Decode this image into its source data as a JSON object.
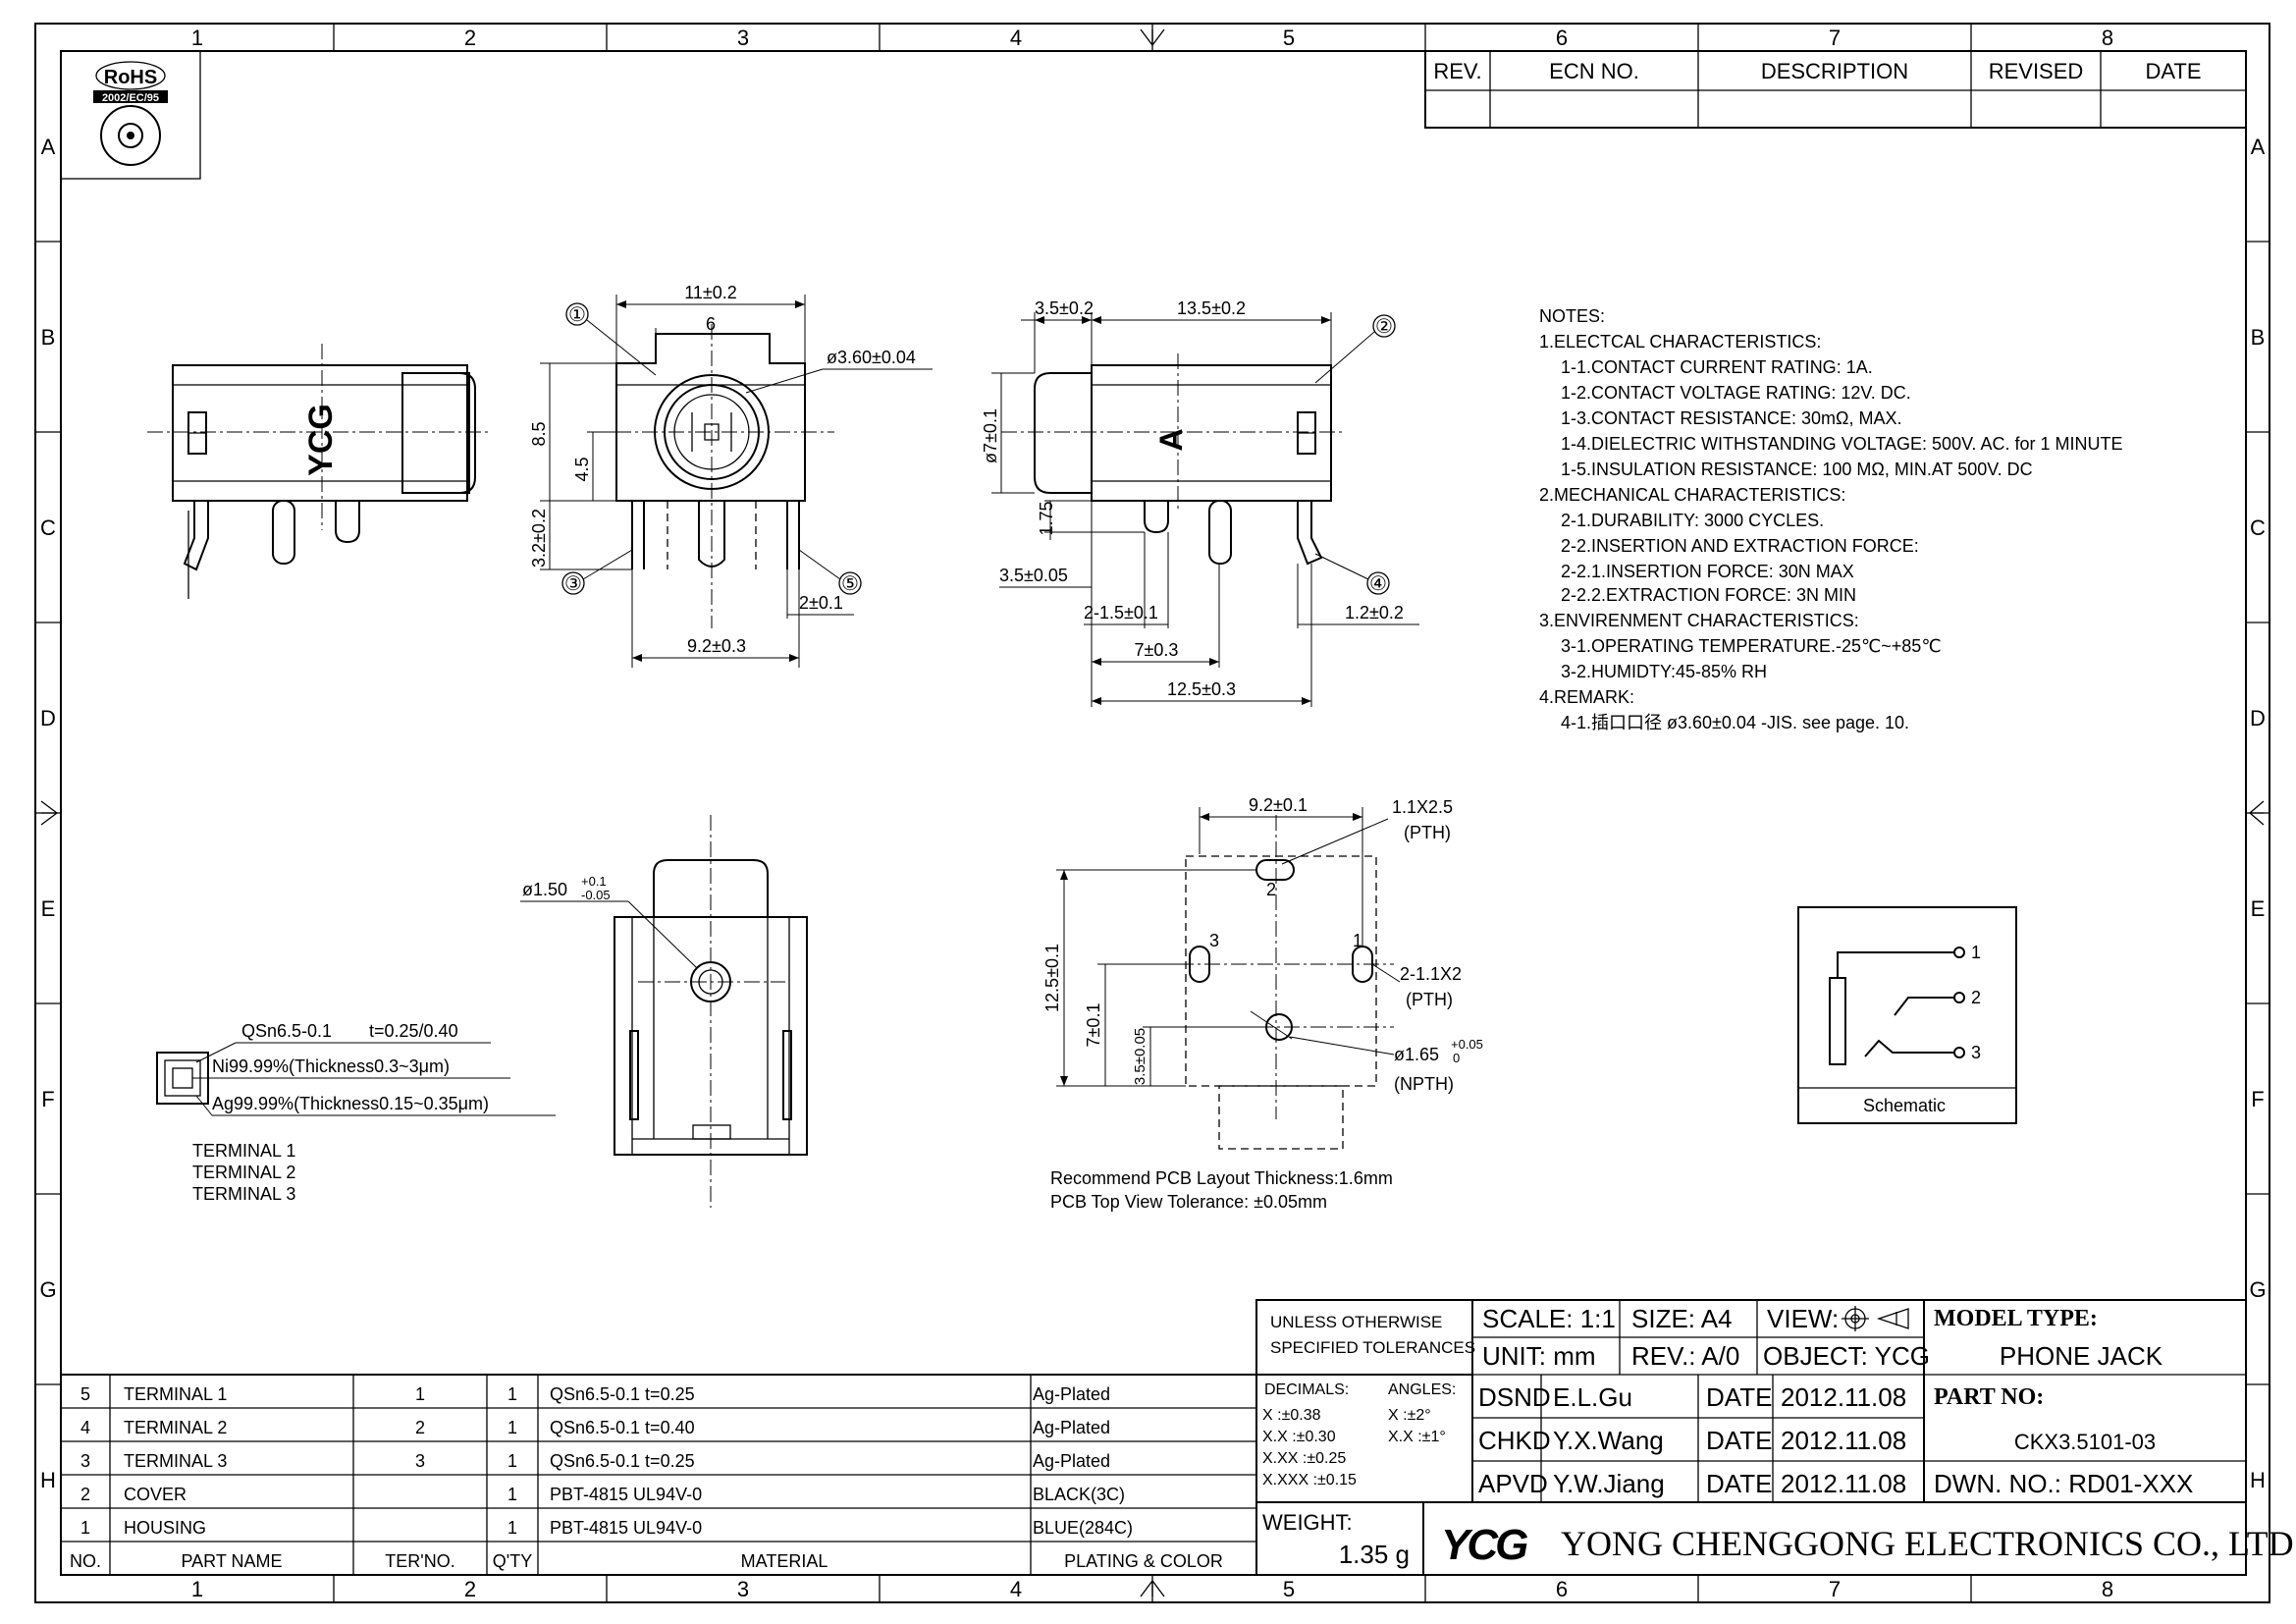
{
  "border": {
    "columns": [
      "1",
      "2",
      "3",
      "4",
      "5",
      "6",
      "7",
      "8"
    ],
    "rows": [
      "A",
      "B",
      "C",
      "D",
      "E",
      "F",
      "G",
      "H"
    ]
  },
  "rohs": {
    "label": "RoHS",
    "directive": "2002/EC/95"
  },
  "revision_table": {
    "headers": [
      "REV.",
      "ECN NO.",
      "DESCRIPTION",
      "REVISED",
      "DATE"
    ]
  },
  "notes": [
    "NOTES:",
    "1.ELECTCAL CHARACTERISTICS:",
    "1-1.CONTACT CURRENT RATING: 1A.",
    "1-2.CONTACT VOLTAGE RATING: 12V. DC.",
    "1-3.CONTACT RESISTANCE: 30mΩ, MAX.",
    "1-4.DIELECTRIC WITHSTANDING VOLTAGE: 500V. AC. for 1 MINUTE",
    "1-5.INSULATION RESISTANCE: 100 MΩ, MIN.AT 500V. DC",
    "2.MECHANICAL CHARACTERISTICS:",
    "2-1.DURABILITY: 3000 CYCLES.",
    "2-2.INSERTION AND EXTRACTION FORCE:",
    "2-2.1.INSERTION FORCE: 30N MAX",
    "2-2.2.EXTRACTION FORCE: 3N MIN",
    "3.ENVIRENMENT CHARACTERISTICS:",
    "3-1.OPERATING TEMPERATURE.-25℃~+85℃",
    "3-2.HUMIDTY:45-85% RH",
    "4.REMARK:",
    "4-1.插口口径 ø3.60±0.04 -JIS. see page. 10."
  ],
  "views": {
    "side_left": {
      "brand": "YCG"
    },
    "front": {
      "width": "11±0.2",
      "inner_width": "6",
      "hole": "ø3.60±0.04",
      "height": "8.5",
      "center_height": "4.5",
      "pin_height": "3.2±0.2",
      "pin_width": "2±0.1",
      "pin_span": "9.2±0.3",
      "callouts": [
        "①",
        "③",
        "⑤"
      ]
    },
    "side_right": {
      "nose": "3.5±0.2",
      "body": "13.5±0.2",
      "diameter": "ø7±0.1",
      "label": "A",
      "pin_h": "1.75",
      "pin_a": "3.5±0.05",
      "pin_b": "2-1.5±0.1",
      "pin_c": "7±0.3",
      "pin_d": "12.5±0.3",
      "pin_e": "1.2±0.2",
      "callouts": [
        "②",
        "④"
      ]
    },
    "bottom": {
      "hole": "ø1.50",
      "tol_plus": "+0.1",
      "tol_minus": "-0.05"
    },
    "pcb": {
      "span": "9.2±0.1",
      "slot_top": "1.1X2.5",
      "slot_top_type": "(PTH)",
      "slot_side": "2-1.1X2",
      "slot_side_type": "(PTH)",
      "hole": "ø1.65",
      "hole_tol_plus": "+0.05",
      "hole_tol_minus": "0",
      "hole_type": "(NPTH)",
      "height": "12.5±0.1",
      "h2": "7±0.1",
      "h3": "3.5±0.05",
      "pin_labels": [
        "1",
        "2",
        "3"
      ],
      "note1": "Recommend PCB Layout Thickness:1.6mm",
      "note2": "PCB Top View Tolerance: ±0.05mm"
    },
    "terminal": {
      "material": "QSn6.5-0.1",
      "thickness": "t=0.25/0.40",
      "layer1": "Ni99.99%(Thickness0.3~3μm)",
      "layer2": "Ag99.99%(Thickness0.15~0.35μm)",
      "names": [
        "TERMINAL 1",
        "TERMINAL 2",
        "TERMINAL 3"
      ]
    },
    "schematic": {
      "label": "Schematic",
      "pins": [
        "1",
        "2",
        "3"
      ]
    }
  },
  "bom": {
    "headers": [
      "NO.",
      "PART NAME",
      "TER'NO.",
      "Q'TY",
      "MATERIAL",
      "PLATING & COLOR"
    ],
    "rows": [
      [
        "5",
        "TERMINAL 1",
        "1",
        "1",
        "QSn6.5-0.1 t=0.25",
        "Ag-Plated"
      ],
      [
        "4",
        "TERMINAL 2",
        "2",
        "1",
        "QSn6.5-0.1 t=0.40",
        "Ag-Plated"
      ],
      [
        "3",
        "TERMINAL 3",
        "3",
        "1",
        "QSn6.5-0.1 t=0.25",
        "Ag-Plated"
      ],
      [
        "2",
        "COVER",
        "",
        "1",
        "PBT-4815 UL94V-0",
        "BLACK(3C)"
      ],
      [
        "1",
        "HOUSING",
        "",
        "1",
        "PBT-4815 UL94V-0",
        "BLUE(284C)"
      ]
    ]
  },
  "title_block": {
    "tol_title1": "UNLESS OTHERWISE",
    "tol_title2": "SPECIFIED TOLERANCES",
    "decimals_label": "DECIMALS:",
    "angles_label": "ANGLES:",
    "tol_x": "X    :±0.38",
    "tol_xx": "X.X   :±0.30",
    "tol_xxx": "X.XX  :±0.25",
    "tol_xxxx": "X.XXX :±0.15",
    "ang_x": "X   :±2°",
    "ang_xx": "X.X :±1°",
    "weight_label": "WEIGHT:",
    "weight": "1.35  g",
    "scale": "SCALE:  1:1",
    "size": "SIZE:  A4",
    "view": "VIEW:",
    "unit": "UNIT:  mm",
    "rev": "REV.:  A/0",
    "object": "OBJECT:  YCG",
    "model_label": "MODEL TYPE:",
    "model": "PHONE  JACK",
    "part_label": "PART NO:",
    "part_no": "CKX3.5101-03",
    "dwn": "DWN.  NO.:  RD01-XXX",
    "signoff": [
      [
        "DSND",
        "E.L.Gu",
        "DATE",
        "2012.11.08"
      ],
      [
        "CHKD",
        "Y.X.Wang",
        "DATE",
        "2012.11.08"
      ],
      [
        "APVD",
        "Y.W.Jiang",
        "DATE",
        "2012.11.08"
      ]
    ],
    "company_logo": "YCG",
    "company": "YONG CHENGGONG ELECTRONICS CO., LTD."
  }
}
